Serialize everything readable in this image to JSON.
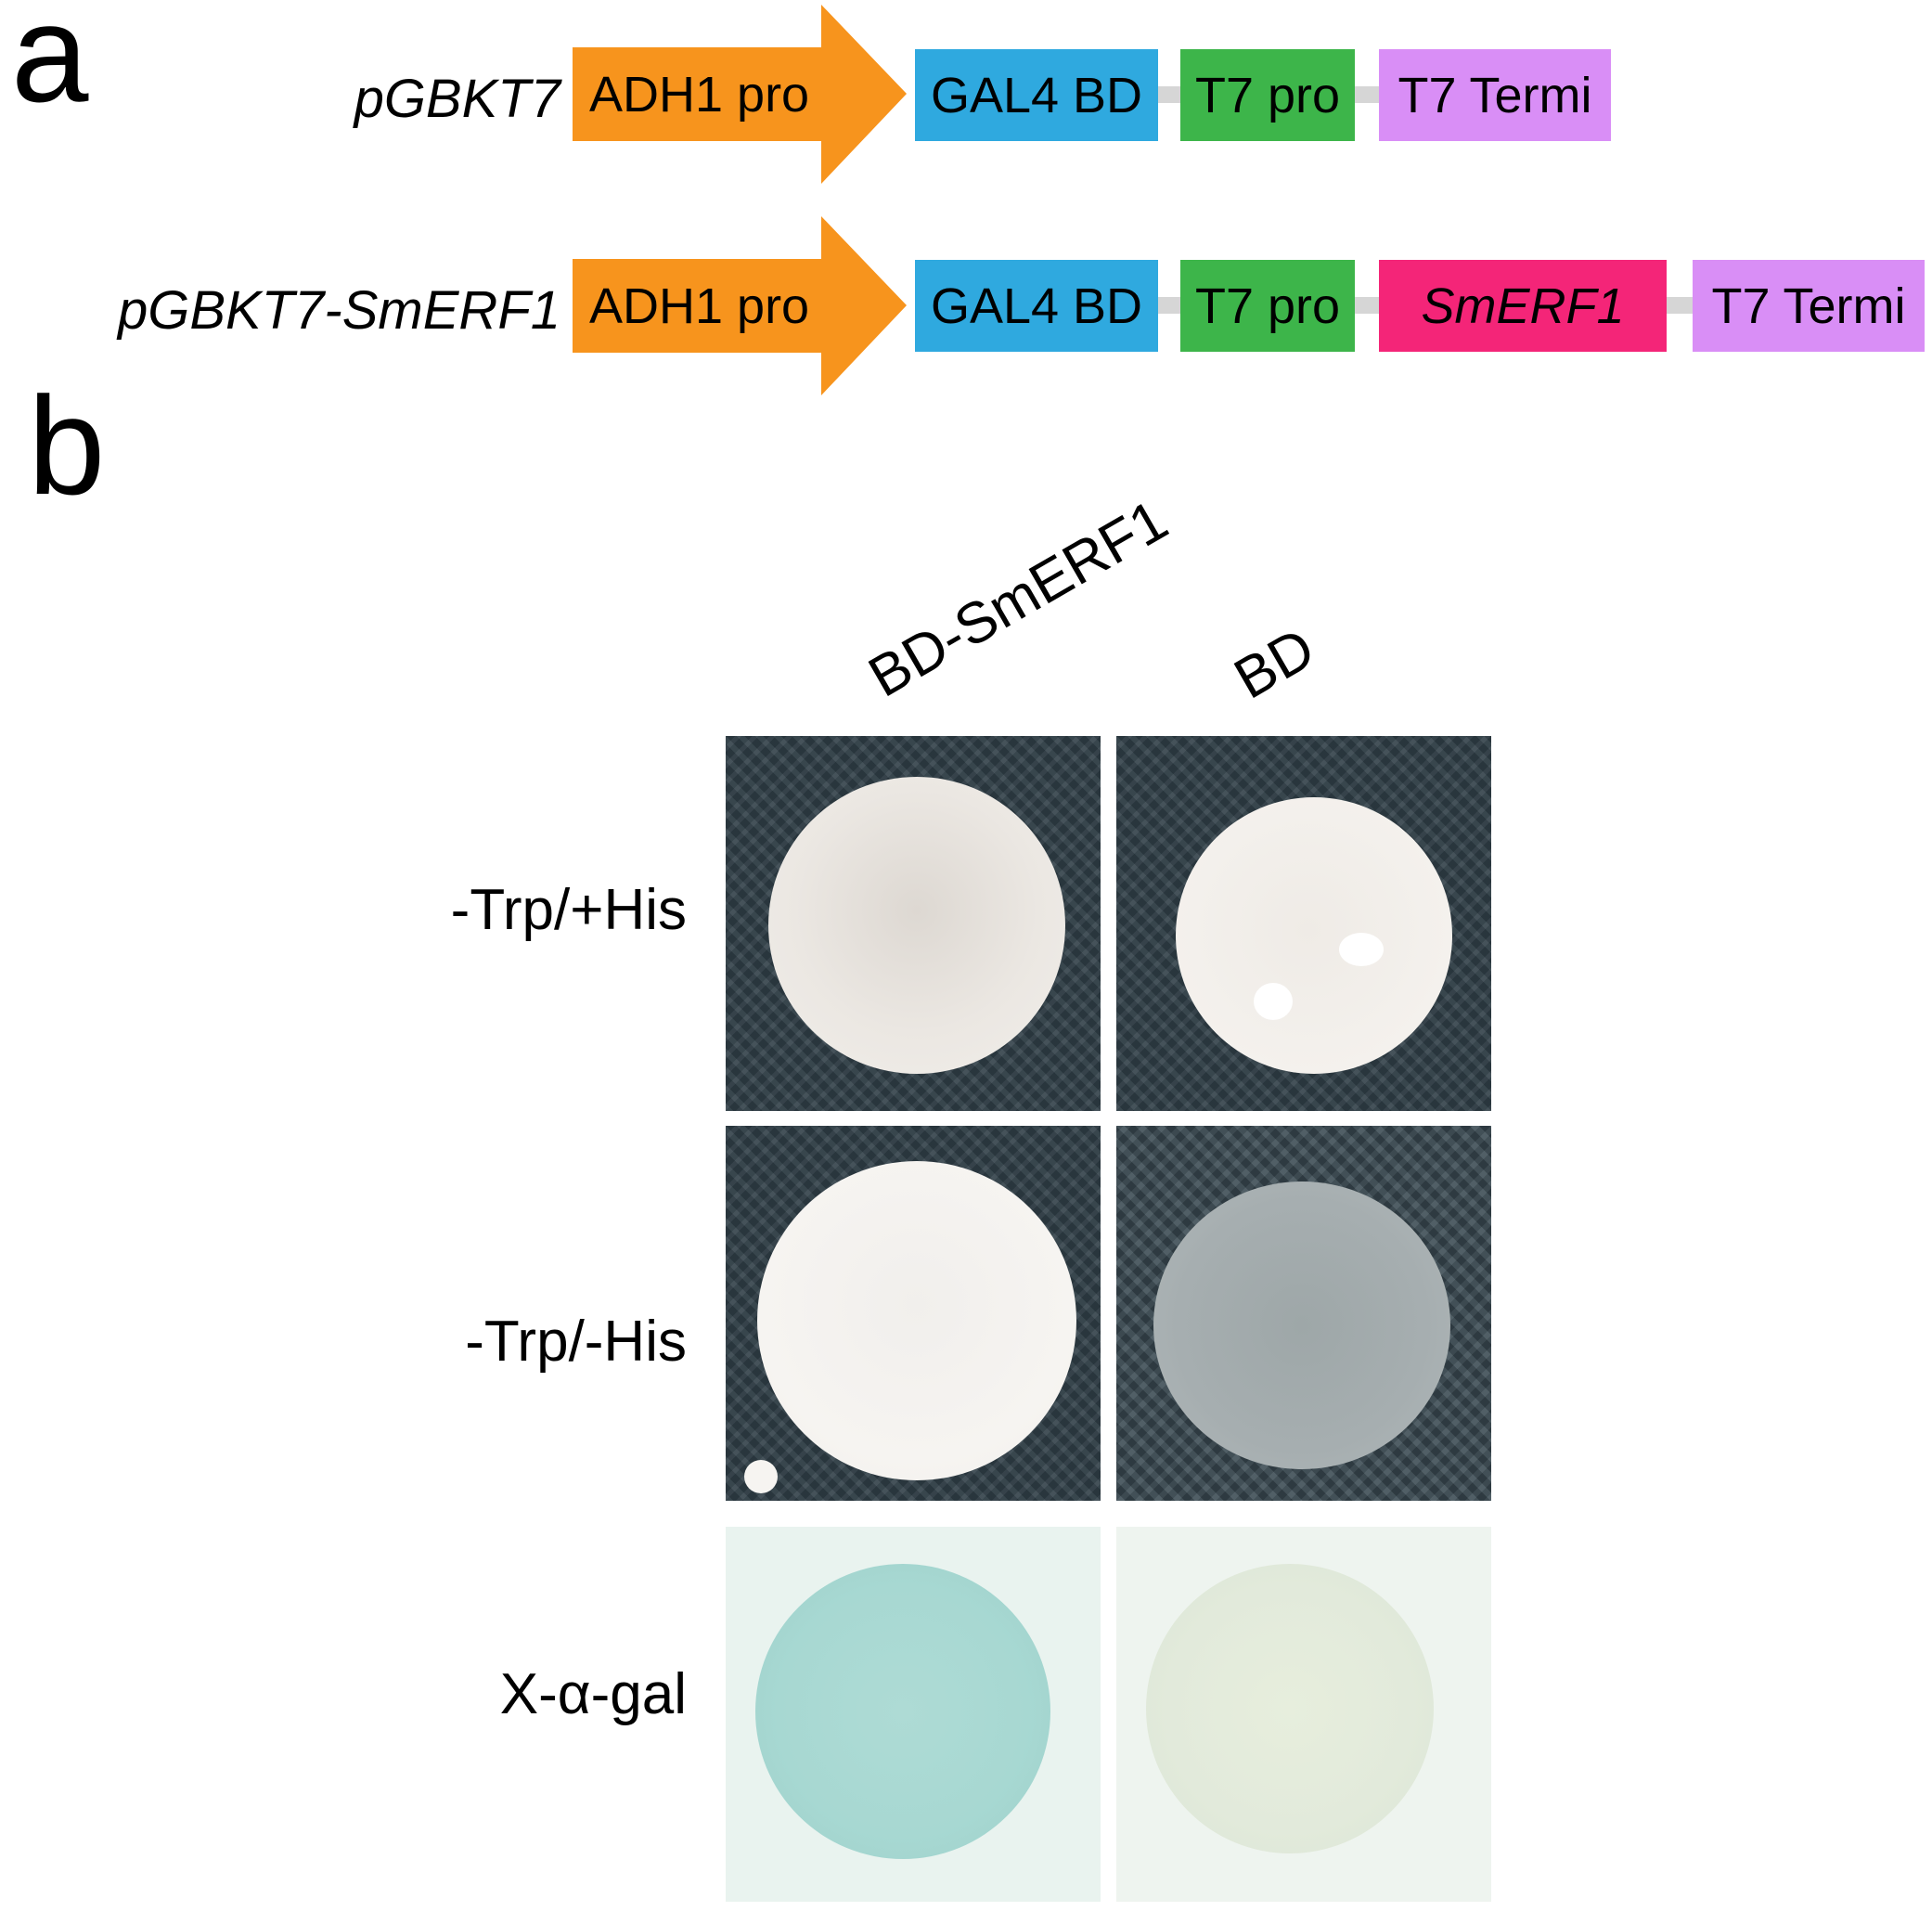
{
  "panels": {
    "a": "a",
    "b": "b"
  },
  "constructs": [
    {
      "name": "pGBKT7",
      "promoter": "ADH1 pro",
      "parts": [
        "GAL4 BD",
        "T7 pro",
        "T7 Termi"
      ]
    },
    {
      "name": "pGBKT7-SmERF1",
      "promoter": "ADH1 pro",
      "parts": [
        "GAL4 BD",
        "T7 pro",
        "SmERF1",
        "T7 Termi"
      ]
    }
  ],
  "colors": {
    "promoter": "#f7941d",
    "gal4_bd": "#2fa9df",
    "t7_pro": "#3db54a",
    "smerf1": "#f42578",
    "t7_termi": "#d98ef6"
  },
  "columns": [
    "BD-SmERF1",
    "BD"
  ],
  "rows": [
    "-Trp/+His",
    "-Trp/-His",
    "X-α-gal"
  ]
}
